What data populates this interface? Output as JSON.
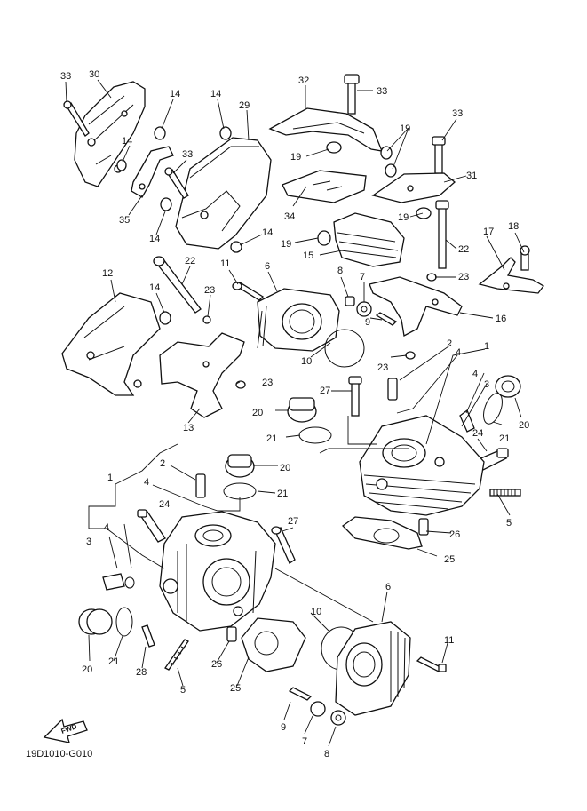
{
  "diagram_code": "19D1010-G010",
  "fwd_label": "FWD",
  "callouts": [
    {
      "id": "c33a",
      "text": "33"
    },
    {
      "id": "c30",
      "text": "30"
    },
    {
      "id": "c14a",
      "text": "14"
    },
    {
      "id": "c14b",
      "text": "14"
    },
    {
      "id": "c29",
      "text": "29"
    },
    {
      "id": "c32",
      "text": "32"
    },
    {
      "id": "c33b",
      "text": "33"
    },
    {
      "id": "c33c",
      "text": "33"
    },
    {
      "id": "c14c",
      "text": "14"
    },
    {
      "id": "c33d",
      "text": "33"
    },
    {
      "id": "c19a",
      "text": "19"
    },
    {
      "id": "c19b",
      "text": "19"
    },
    {
      "id": "c31",
      "text": "31"
    },
    {
      "id": "c35",
      "text": "35"
    },
    {
      "id": "c14d",
      "text": "14"
    },
    {
      "id": "c14e",
      "text": "14"
    },
    {
      "id": "c34",
      "text": "34"
    },
    {
      "id": "c19c",
      "text": "19"
    },
    {
      "id": "c19d",
      "text": "19"
    },
    {
      "id": "c15",
      "text": "15"
    },
    {
      "id": "c22a",
      "text": "22"
    },
    {
      "id": "c18",
      "text": "18"
    },
    {
      "id": "c17",
      "text": "17"
    },
    {
      "id": "c12",
      "text": "12"
    },
    {
      "id": "c22b",
      "text": "22"
    },
    {
      "id": "c11a",
      "text": "11"
    },
    {
      "id": "c6a",
      "text": "6"
    },
    {
      "id": "c8a",
      "text": "8"
    },
    {
      "id": "c7a",
      "text": "7"
    },
    {
      "id": "c23a",
      "text": "23"
    },
    {
      "id": "c14f",
      "text": "14"
    },
    {
      "id": "c23b",
      "text": "23"
    },
    {
      "id": "c16",
      "text": "16"
    },
    {
      "id": "c9a",
      "text": "9"
    },
    {
      "id": "c2a",
      "text": "2"
    },
    {
      "id": "c1a",
      "text": "1"
    },
    {
      "id": "c4a",
      "text": "4"
    },
    {
      "id": "c10a",
      "text": "10"
    },
    {
      "id": "c23c",
      "text": "23"
    },
    {
      "id": "c4b",
      "text": "4"
    },
    {
      "id": "c3a",
      "text": "3"
    },
    {
      "id": "c23d",
      "text": "23"
    },
    {
      "id": "c27a",
      "text": "27"
    },
    {
      "id": "c13",
      "text": "13"
    },
    {
      "id": "c20a",
      "text": "20"
    },
    {
      "id": "c21a",
      "text": "21"
    },
    {
      "id": "c20b",
      "text": "20"
    },
    {
      "id": "c21b",
      "text": "21"
    },
    {
      "id": "c24a",
      "text": "24"
    },
    {
      "id": "c1b",
      "text": "1"
    },
    {
      "id": "c2b",
      "text": "2"
    },
    {
      "id": "c20c",
      "text": "20"
    },
    {
      "id": "c4c",
      "text": "4"
    },
    {
      "id": "c21c",
      "text": "21"
    },
    {
      "id": "c24b",
      "text": "24"
    },
    {
      "id": "c5a",
      "text": "5"
    },
    {
      "id": "c27b",
      "text": "27"
    },
    {
      "id": "c26a",
      "text": "26"
    },
    {
      "id": "c25a",
      "text": "25"
    },
    {
      "id": "c3b",
      "text": "3"
    },
    {
      "id": "c4d",
      "text": "4"
    },
    {
      "id": "c6b",
      "text": "6"
    },
    {
      "id": "c10b",
      "text": "10"
    },
    {
      "id": "c11b",
      "text": "11"
    },
    {
      "id": "c20d",
      "text": "20"
    },
    {
      "id": "c21d",
      "text": "21"
    },
    {
      "id": "c28",
      "text": "28"
    },
    {
      "id": "c26b",
      "text": "26"
    },
    {
      "id": "c5b",
      "text": "5"
    },
    {
      "id": "c25b",
      "text": "25"
    },
    {
      "id": "c9b",
      "text": "9"
    },
    {
      "id": "c7b",
      "text": "7"
    },
    {
      "id": "c8b",
      "text": "8"
    }
  ]
}
